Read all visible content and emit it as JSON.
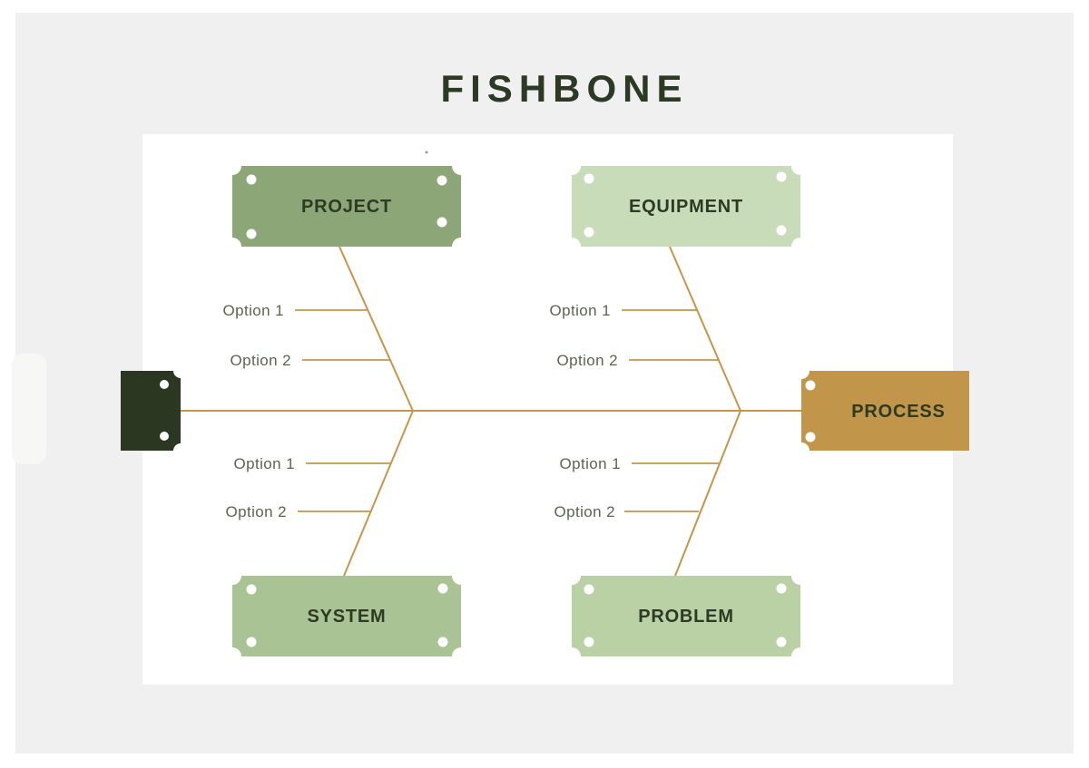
{
  "title": "FISHBONE",
  "colors": {
    "background": "#f0f0f0",
    "canvas": "#ffffff",
    "connector_line": "#c5964a",
    "dark_text": "#2c3a23",
    "option_text": "#5d6352",
    "rivet_dot": "#ffffff"
  },
  "diagram": {
    "head": {
      "label": "PROCESS",
      "color": "#c2964a"
    },
    "tail": {
      "color": "#2c3722"
    },
    "categories": [
      {
        "label": "PROJECT",
        "color": "#8ca678",
        "position": "top-left",
        "options": [
          "Option 1",
          "Option 2"
        ]
      },
      {
        "label": "EQUIPMENT",
        "color": "#c9dcba",
        "position": "top-right",
        "options": [
          "Option 1",
          "Option 2"
        ]
      },
      {
        "label": "SYSTEM",
        "color": "#a9c394",
        "position": "bottom-left",
        "options": [
          "Option 1",
          "Option 2"
        ]
      },
      {
        "label": "PROBLEM",
        "color": "#b9d1a5",
        "position": "bottom-right",
        "options": [
          "Option 1",
          "Option 2"
        ]
      }
    ]
  }
}
